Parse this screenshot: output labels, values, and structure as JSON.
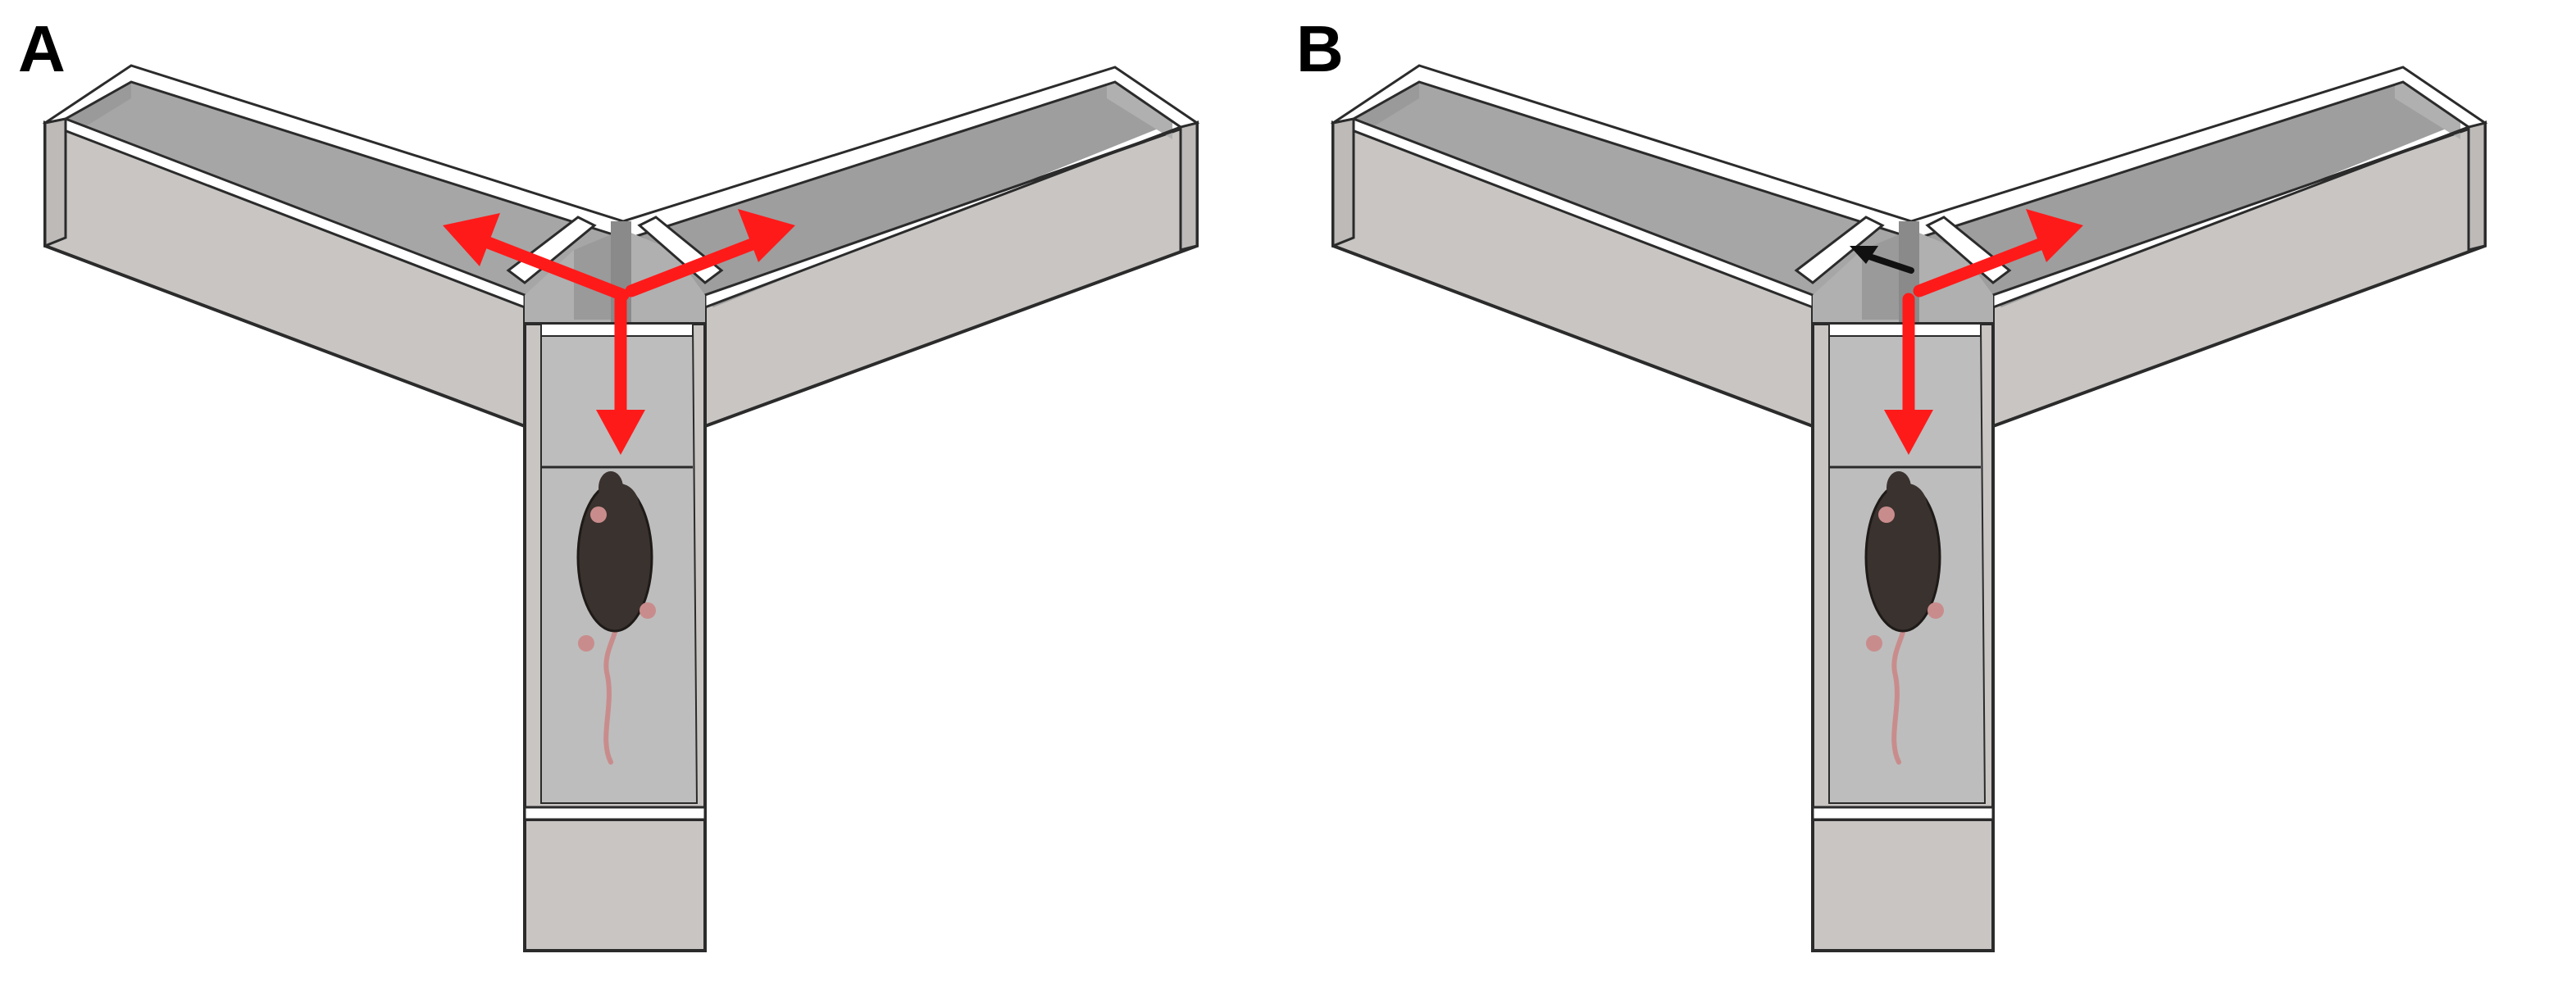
{
  "panels": [
    {
      "label": "A",
      "arms": [
        {
          "name": "left",
          "arrow": "red"
        },
        {
          "name": "right",
          "arrow": "red"
        },
        {
          "name": "start",
          "arrow": "red"
        }
      ]
    },
    {
      "label": "B",
      "arms": [
        {
          "name": "left",
          "arrow": "black"
        },
        {
          "name": "right",
          "arrow": "red"
        },
        {
          "name": "start",
          "arrow": "red"
        }
      ]
    }
  ],
  "colors": {
    "wall_outer": "#c8c5c3",
    "wall_inner_light": "#a9a9a9",
    "wall_inner_dark": "#8f8f8f",
    "floor": "#b8b8b8",
    "rim": "#ffffff",
    "outline": "#2b2b2b",
    "arrow_red": "#ff1a1a",
    "arrow_black": "#111111",
    "mouse_body": "#3a322e",
    "mouse_pink": "#c98c8c"
  }
}
